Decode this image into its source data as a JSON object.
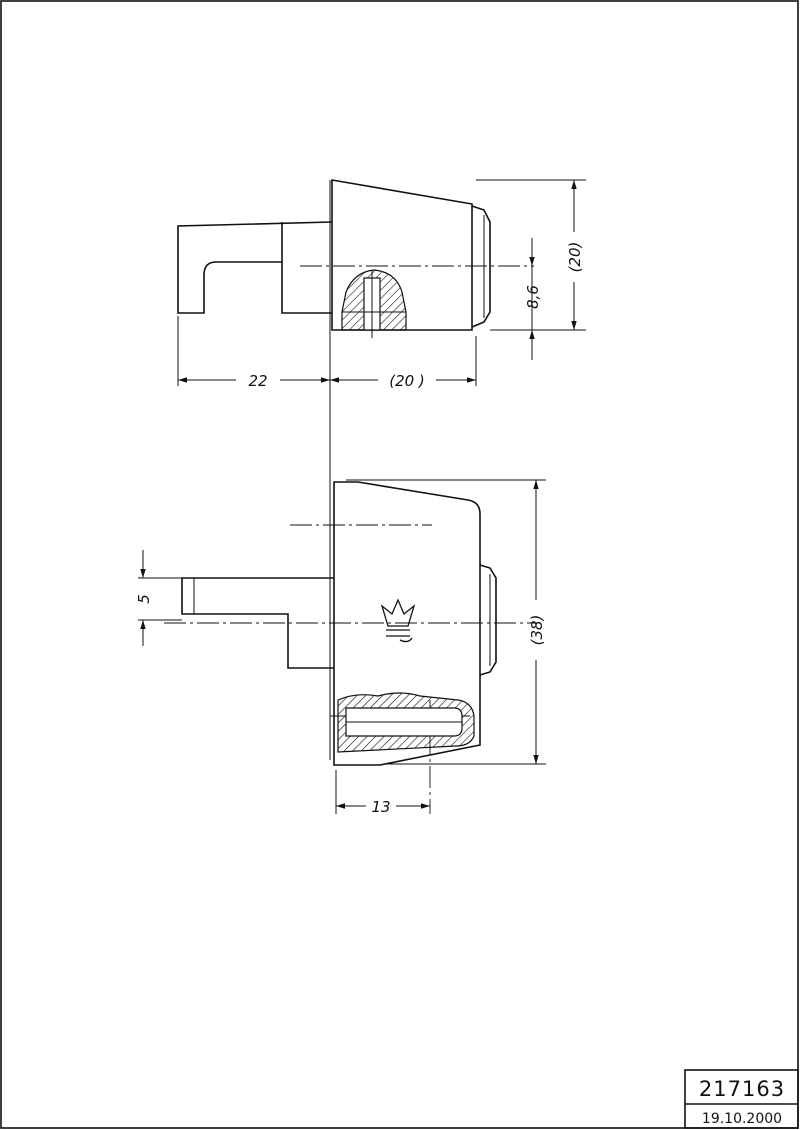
{
  "dimensions": {
    "d22": "22",
    "d20_horizontal": "(20 )",
    "d8_6": "8,6",
    "d20_vertical": "(20)",
    "d5": "5",
    "d38": "(38)",
    "d13": "13"
  },
  "title_block": {
    "drawing_number": "217163",
    "date": "19.10.2000"
  },
  "colors": {
    "ink": "#111111",
    "paper": "#ffffff"
  }
}
